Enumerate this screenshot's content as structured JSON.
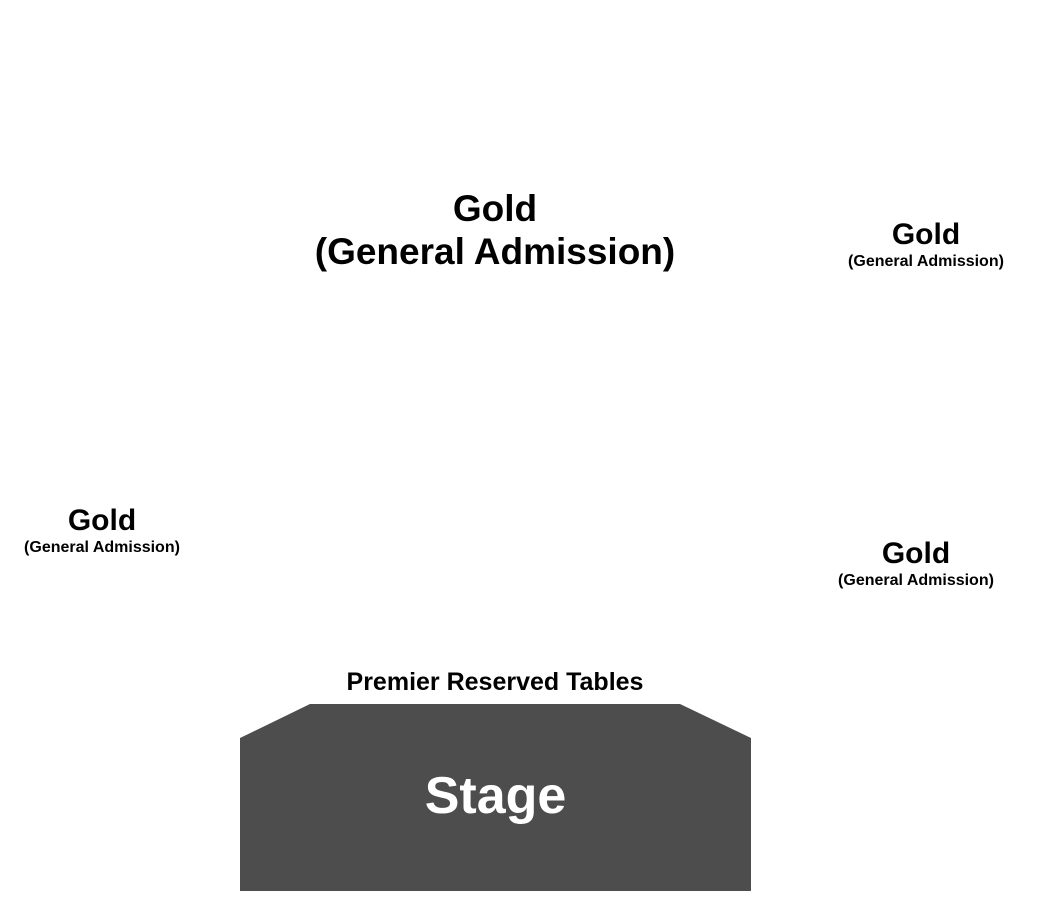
{
  "sections": {
    "center": {
      "name": "Gold",
      "subtitle": "(General Admission)"
    },
    "right_upper": {
      "name": "Gold",
      "subtitle": "(General Admission)"
    },
    "right_lower": {
      "name": "Gold",
      "subtitle": "(General Admission)"
    },
    "left": {
      "name": "Gold",
      "subtitle": "(General Admission)"
    }
  },
  "tables": {
    "label": "Premier Reserved Tables"
  },
  "stage": {
    "label": "Stage",
    "color": "#4d4d4d",
    "text_color": "#ffffff"
  },
  "background_color": "#ffffff"
}
